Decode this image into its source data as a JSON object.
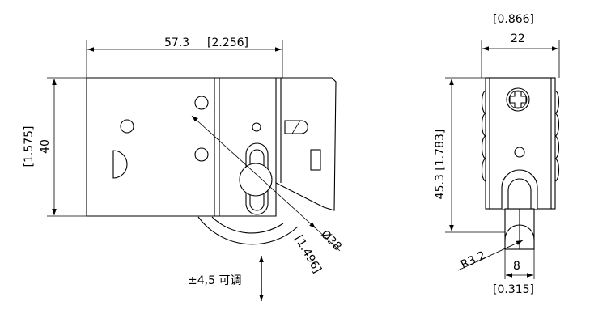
{
  "front_view": {
    "width_mm": "57.3",
    "width_in": "[2.256]",
    "height_mm": "40",
    "height_in": "[1.575]",
    "diameter_mm": "Ø38",
    "diameter_in": "[1.496]",
    "adjust_label": "±4,5 可调"
  },
  "side_view": {
    "width_in": "[0.866]",
    "width_mm": "22",
    "height_label": "45.3 [1.783]",
    "radius_label": "R3.2",
    "groove_mm": "8",
    "groove_in": "[0.315]"
  }
}
